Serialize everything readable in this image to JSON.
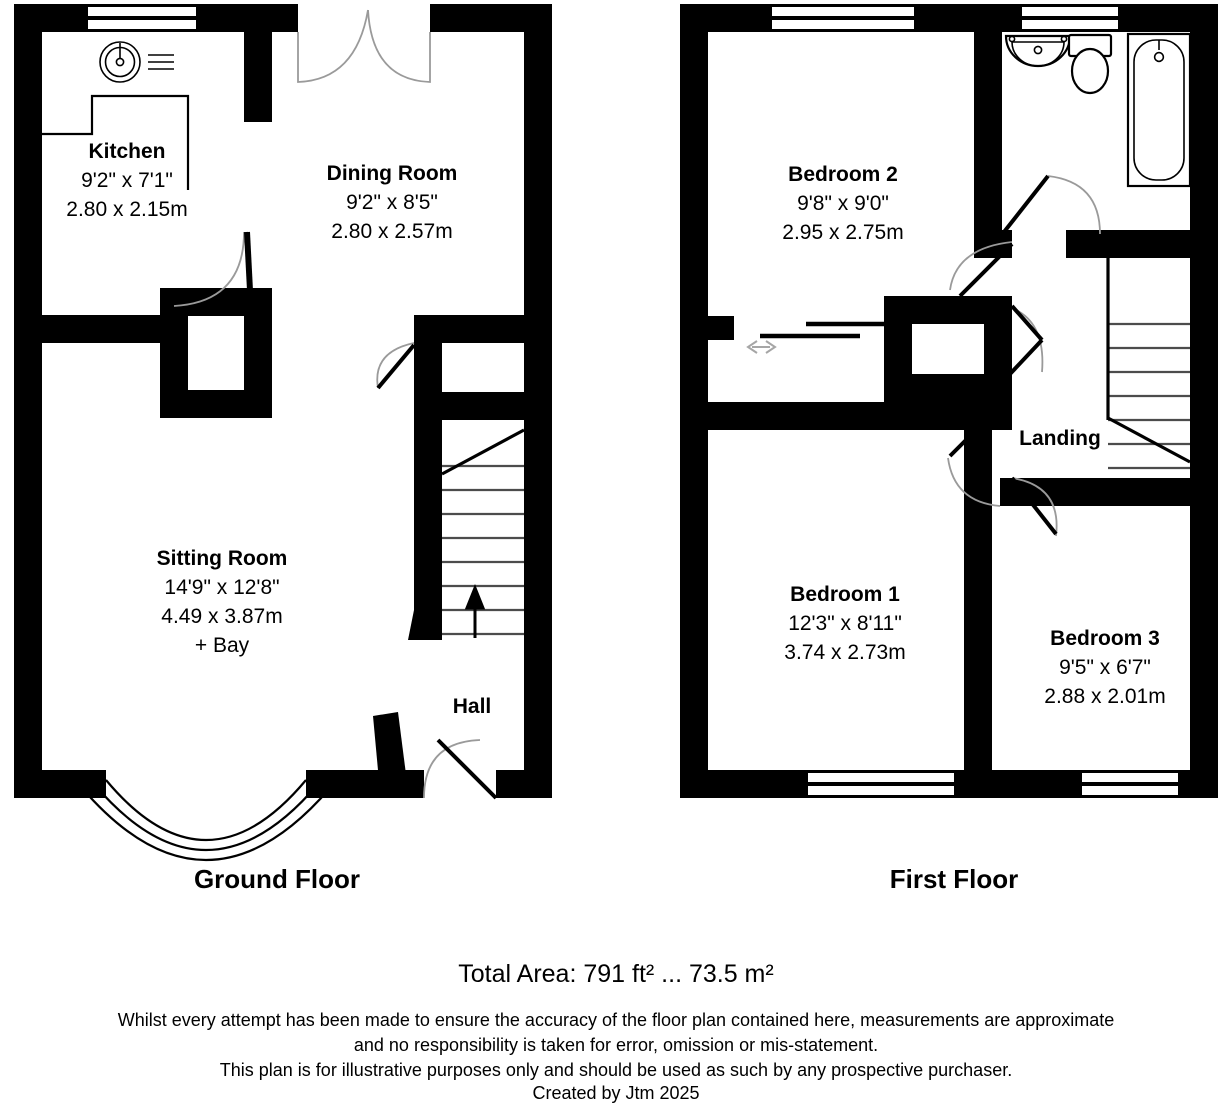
{
  "document": {
    "type": "floor-plan",
    "total_area_label": "Total Area: 791 ft² ... 73.5 m²",
    "disclaimer_line_1": "Whilst every attempt has been made to ensure the accuracy of the floor plan contained here, measurements are approximate",
    "disclaimer_line_2": "and no responsibility is taken for error, omission or mis-statement.",
    "disclaimer_line_3": "This plan is for illustrative purposes only and should be used as such by any prospective purchaser.",
    "credit": "Created by Jtm 2025"
  },
  "floors": [
    {
      "id": "ground",
      "title": "Ground Floor",
      "rooms": [
        {
          "id": "kitchen",
          "name": "Kitchen",
          "dim_imperial": "9'2\" x 7'1\"",
          "dim_metric": "2.80 x 2.15m",
          "extra": ""
        },
        {
          "id": "dining-room",
          "name": "Dining Room",
          "dim_imperial": "9'2\" x 8'5\"",
          "dim_metric": "2.80 x 2.57m",
          "extra": ""
        },
        {
          "id": "sitting-room",
          "name": "Sitting Room",
          "dim_imperial": "14'9\" x 12'8\"",
          "dim_metric": "4.49 x 3.87m",
          "extra": "+ Bay"
        },
        {
          "id": "hall",
          "name": "Hall",
          "dim_imperial": "",
          "dim_metric": "",
          "extra": ""
        }
      ]
    },
    {
      "id": "first",
      "title": "First Floor",
      "rooms": [
        {
          "id": "bedroom-2",
          "name": "Bedroom 2",
          "dim_imperial": "9'8\" x 9'0\"",
          "dim_metric": "2.95 x 2.75m",
          "extra": ""
        },
        {
          "id": "bedroom-1",
          "name": "Bedroom 1",
          "dim_imperial": "12'3\" x 8'11\"",
          "dim_metric": "3.74 x 2.73m",
          "extra": ""
        },
        {
          "id": "bedroom-3",
          "name": "Bedroom 3",
          "dim_imperial": "9'5\" x 6'7\"",
          "dim_metric": "2.88 x 2.01m",
          "extra": ""
        },
        {
          "id": "landing",
          "name": "Landing",
          "dim_imperial": "",
          "dim_metric": "",
          "extra": ""
        }
      ]
    }
  ],
  "fixtures": [
    {
      "id": "kitchen-sink",
      "icon": "sink-icon"
    },
    {
      "id": "kitchen-worktop",
      "icon": "counter-icon"
    },
    {
      "id": "bathroom-washbasin",
      "icon": "washbasin-icon"
    },
    {
      "id": "bathroom-toilet",
      "icon": "toilet-icon"
    },
    {
      "id": "bathroom-bath",
      "icon": "bathtub-icon"
    },
    {
      "id": "ground-staircase",
      "icon": "stairs-up-icon"
    },
    {
      "id": "first-staircase",
      "icon": "stairs-down-icon"
    },
    {
      "id": "bay-window",
      "icon": "bay-window-icon"
    },
    {
      "id": "sliding-door",
      "icon": "sliding-door-icon"
    }
  ],
  "colors": {
    "wall": "#000000",
    "background": "#ffffff",
    "door_swing": "#9a9a9a",
    "stair_tread": "#4c4c4c"
  }
}
